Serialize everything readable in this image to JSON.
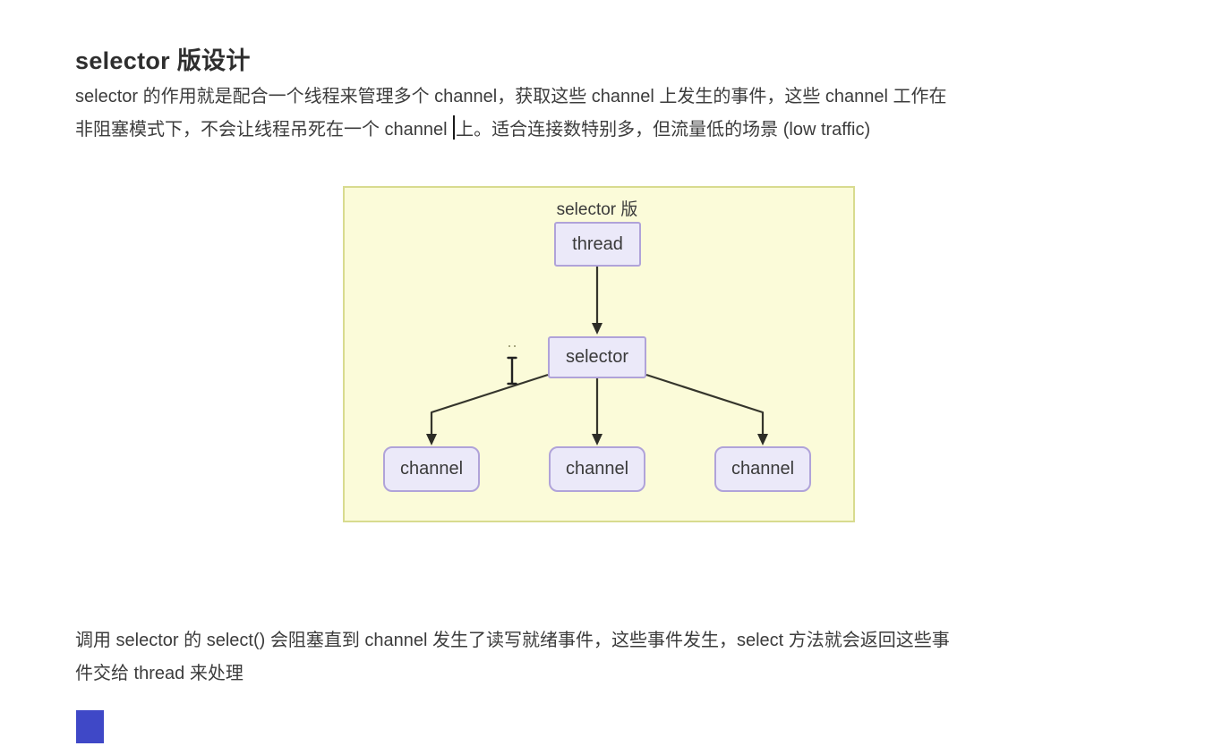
{
  "document": {
    "heading": "selector 版设计",
    "intro": {
      "line1": "selector 的作用就是配合一个线程来管理多个 channel，获取这些 channel 上发生的事件，这些 channel 工作在",
      "line2_before_caret": "非阻塞模式下，不会让线程吊死在一个 channel ",
      "line2_after_caret": "上。适合连接数特别多，但流量低的场景 (low traffic)"
    },
    "select_note": {
      "line1": "调用 selector 的 select() 会阻塞直到 channel 发生了读写就绪事件，这些事件发生，select 方法就会返回这些事",
      "line2": "件交给 thread 来处理"
    }
  },
  "diagram": {
    "caption": "selector 版",
    "thread_label": "thread",
    "selector_label": "selector",
    "channels": [
      "channel",
      "channel",
      "channel"
    ],
    "colors": {
      "canvas_bg": "#fbfbd9",
      "canvas_border": "#d8db8f",
      "node_bg": "#ebe9f9",
      "node_border": "#b0a3d9",
      "arrow": "#35352c"
    }
  },
  "artifacts": {
    "bottom_left_block_color": "#3f48c7"
  }
}
